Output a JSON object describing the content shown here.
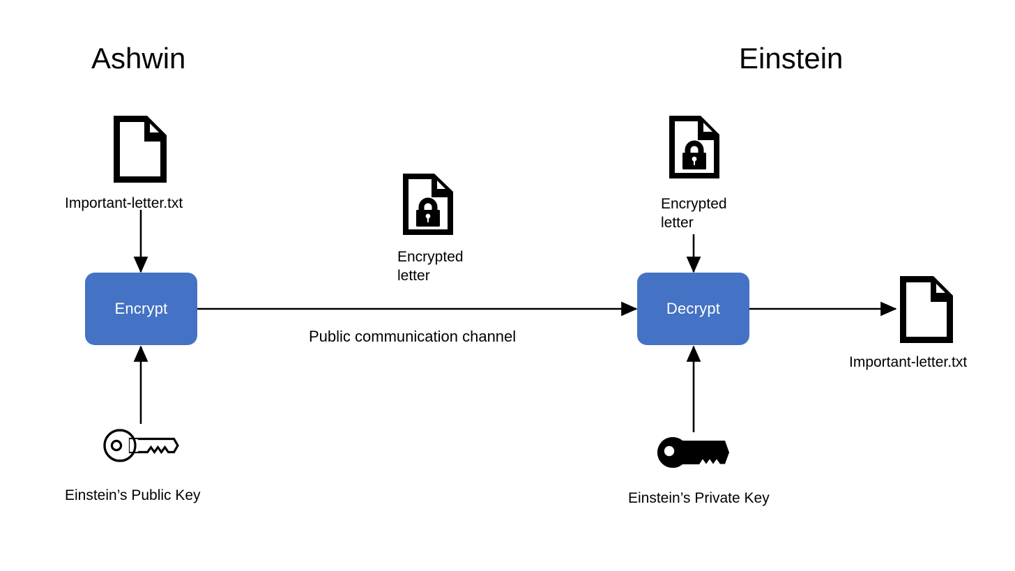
{
  "diagram": {
    "title_left": "Ashwin",
    "title_right": "Einstein",
    "accent_blue": "#4472C4",
    "stroke_black": "#000000",
    "background": "#FFFFFF"
  },
  "left": {
    "plaintext_doc_label": "Important-letter.txt",
    "plaintext_doc_icon": "document-icon",
    "process_label": "Encrypt",
    "key_label": "Einstein’s Public Key",
    "key_icon": "public-key-outline-icon"
  },
  "channel": {
    "label": "Public communication channel",
    "payload_icon": "locked-document-icon",
    "payload_label_line1": "Encrypted",
    "payload_label_line2": "letter"
  },
  "right": {
    "ciphertext_label_line1": "Encrypted",
    "ciphertext_label_line2": "letter",
    "ciphertext_icon": "locked-document-icon",
    "process_label": "Decrypt",
    "key_label": "Einstein’s Private Key",
    "key_icon": "private-key-solid-icon",
    "plaintext_doc_label": "Important-letter.txt",
    "plaintext_doc_icon": "document-icon"
  }
}
